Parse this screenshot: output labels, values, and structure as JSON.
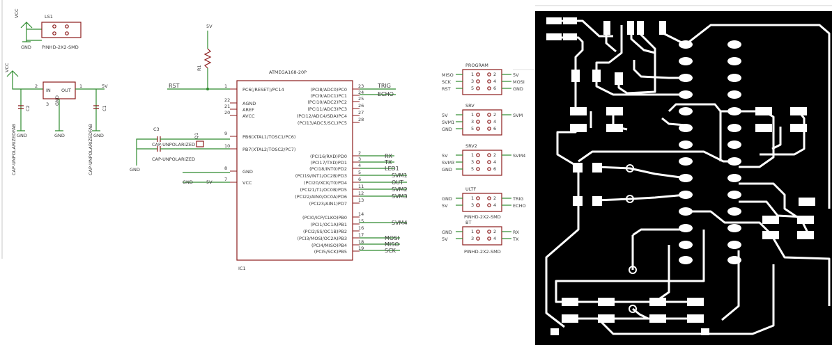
{
  "schematic": {
    "power_labels": {
      "vcc": "VCC",
      "gnd": "GND",
      "v5": "5V",
      "v5_ic": "5V"
    },
    "parts": {
      "ls1": {
        "name": "LS1",
        "pkg": "PINHD-2X2-SMD"
      },
      "regulator": {
        "in": "IN",
        "out": "OUT",
        "gnd": "GND",
        "pin1": "1",
        "pin2": "2",
        "pin3": "3"
      },
      "c2": {
        "name": "C2",
        "value": "CAP-UNPOLARIZEDFAB"
      },
      "c1": {
        "name": "C1",
        "value": "CAP-UNPOLARIZEDFAB"
      },
      "c3": {
        "name": "C3",
        "value": "CAP-UNPOLARIZED"
      },
      "c4": {
        "value": "CAP-UNPOLARIZED"
      },
      "q1": {
        "name": "Q1"
      },
      "r1": {
        "name": "R1"
      },
      "ic1": {
        "name": "IC1",
        "value": "ATMEGA168-20P"
      }
    },
    "nets": {
      "rst": "RST",
      "trig": "TRIG",
      "echo": "ECHO",
      "rx": "RX",
      "tx": "TX",
      "led1": "LED1",
      "svm1": "SVM1",
      "out": "OUT",
      "svm2": "SVM2",
      "svm3": "SVM3",
      "svm4": "SVM4",
      "mosi": "MOSI",
      "miso": "MISO",
      "sck": "SCK",
      "gnd": "GND",
      "v5": "5V"
    },
    "ic_left_pins": [
      {
        "num": "1",
        "label": "PC6(/RESET)/PC14"
      },
      {
        "num": "22",
        "label": "AGND"
      },
      {
        "num": "21",
        "label": "AREF"
      },
      {
        "num": "20",
        "label": "AVCC"
      },
      {
        "num": "9",
        "label": "PB6(XTAL1/TOSC1/PC6)"
      },
      {
        "num": "10",
        "label": "PB7(XTAL2/TOSC2/PC7)"
      },
      {
        "num": "8",
        "label": "GND"
      },
      {
        "num": "7",
        "label": "VCC"
      }
    ],
    "ic_right_pins": [
      {
        "num": "23",
        "label": "(PCI8/ADC0)PC0"
      },
      {
        "num": "24",
        "label": "(PCI9/ADC1)PC1"
      },
      {
        "num": "25",
        "label": "(PCI10/ADC2)PC2"
      },
      {
        "num": "26",
        "label": "(PCI11/ADC3)PC3"
      },
      {
        "num": "27",
        "label": "(PCI12/ADC4/SDA)PC4"
      },
      {
        "num": "28",
        "label": "(PCI13/ADC5/SCL)PC5"
      },
      {
        "num": "2",
        "label": "(PCI16/RXD)PD0"
      },
      {
        "num": "3",
        "label": "(PCI17/TXD)PD1"
      },
      {
        "num": "4",
        "label": "(PCI18/INT0)PD2"
      },
      {
        "num": "5",
        "label": "(PCI19/INT1/OC2B)PD3"
      },
      {
        "num": "6",
        "label": "(PCI20/XCK/T0)PD4"
      },
      {
        "num": "11",
        "label": "(PCI21/T1/OC0B)PD5"
      },
      {
        "num": "12",
        "label": "(PCI22/AIN0/OC0A)PD6"
      },
      {
        "num": "13",
        "label": "(PCI23/AIN1)PD7"
      },
      {
        "num": "14",
        "label": "(PCI0/ICP/CLKO)PB0"
      },
      {
        "num": "15",
        "label": "(PCI1/OC1A)PB1"
      },
      {
        "num": "16",
        "label": "(PCI2/SS/OC1B)PB2"
      },
      {
        "num": "17",
        "label": "(PCI3/MOSI/OC2A)PB3"
      },
      {
        "num": "18",
        "label": "(PCI4/MISO)PB4"
      },
      {
        "num": "19",
        "label": "(PCI5/SCK)PB5"
      }
    ],
    "headers": [
      {
        "title": "PROGRAM",
        "left": [
          "MISO",
          "SCK",
          "RST"
        ],
        "right": [
          "5V",
          "MOSI",
          "GND"
        ],
        "pins": [
          "1",
          "2",
          "3",
          "4",
          "5",
          "6"
        ]
      },
      {
        "title": "SRV",
        "left": [
          "5V",
          "SVM1",
          "GND"
        ],
        "right": [
          "SVM"
        ],
        "pins": [
          "1",
          "2",
          "3",
          "4",
          "5",
          "6"
        ]
      },
      {
        "title": "SRV2",
        "left": [
          "5V",
          "SVM3",
          "GND"
        ],
        "right": [
          "SVM4"
        ],
        "pins": [
          "1",
          "2",
          "3",
          "4",
          "5",
          "6"
        ]
      },
      {
        "title": "ULTF",
        "left": [
          "GND",
          "5V"
        ],
        "right": [
          "TRIG",
          "ECHO"
        ],
        "pins": [
          "1",
          "2",
          "3",
          "4"
        ]
      },
      {
        "title": "BT",
        "left": [
          "GND",
          "5V"
        ],
        "right": [
          "RX",
          "TX"
        ],
        "pins": [
          "1",
          "2",
          "3",
          "4"
        ],
        "pkg": "PINHD-2X2-SMD"
      }
    ],
    "header_pkg": "PINHD-2X2-SMD"
  },
  "board": {
    "background": "#000000",
    "trace_color": "#ffffff"
  }
}
